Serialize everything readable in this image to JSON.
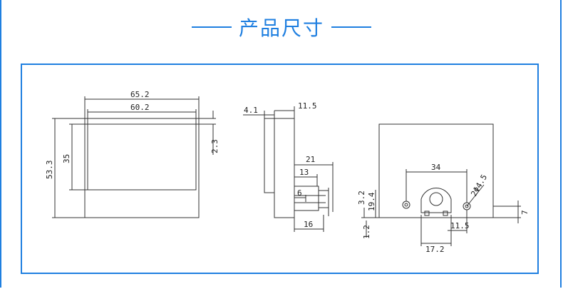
{
  "header": {
    "title": "产品尺寸"
  },
  "front_view": {
    "outer_width": "65.2",
    "inner_width": "60.2",
    "offset": "2.3",
    "outer_height": "53.3",
    "inner_height": "35"
  },
  "side_view": {
    "flange": "4.1",
    "depth": "11.5",
    "length_21": "21",
    "length_13": "13",
    "length_6": "6",
    "length_16": "16"
  },
  "back_view": {
    "hole_spacing": "34",
    "hole_diameter": "2Φ4.5",
    "dim_3_2": "3.2",
    "dim_19_4": "19.4",
    "dim_1_2": "1.2",
    "dim_17_2": "17.2",
    "dim_11_5": "11.5",
    "dim_7": "7"
  },
  "colors": {
    "accent": "#1f7fe0",
    "line": "#333333"
  }
}
